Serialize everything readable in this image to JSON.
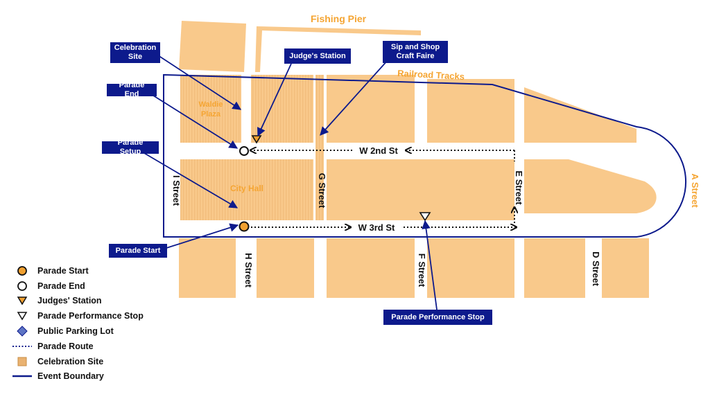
{
  "colors": {
    "block": "#f9c98b",
    "block_stripe": "#f2bd7c",
    "label_orange": "#f5a533",
    "boundary": "#0d1a8c",
    "route": "#0d1a8c",
    "start_fill": "#f0a030",
    "parking": "#5d74c4"
  },
  "map_labels": {
    "fishing_pier": "Fishing Pier",
    "railroad_tracks": "Railroad Tracks",
    "waldie_plaza": "Waldie\nPlaza",
    "city_hall": "City Hall",
    "a_street": "A Street"
  },
  "streets": {
    "w2nd": "W 2nd St",
    "w3rd": "W 3rd St",
    "i_street": "I Street",
    "g_street": "G Street",
    "e_street": "E Street",
    "h_street": "H Street",
    "f_street": "F Street",
    "d_street": "D Street"
  },
  "callouts": {
    "celebration_site": "Celebration Site",
    "parade_end": "Parade End",
    "parade_setup": "Parade Setup",
    "parade_start": "Parade Start",
    "judges_station": "Judge's Station",
    "sip_and_shop": "Sip and Shop Craft Faire",
    "performance_stop": "Parade Performance Stop"
  },
  "legend": [
    {
      "icon": "orange-circle-icon",
      "label": "Parade Start"
    },
    {
      "icon": "open-circle-icon",
      "label": "Parade End"
    },
    {
      "icon": "orange-triangle-icon",
      "label": "Judges' Station"
    },
    {
      "icon": "open-triangle-icon",
      "label": "Parade Performance Stop"
    },
    {
      "icon": "blue-diamond-icon",
      "label": "Public Parking Lot"
    },
    {
      "icon": "dotted-line-icon",
      "label": "Parade Route"
    },
    {
      "icon": "orange-square-icon",
      "label": "Celebration Site"
    },
    {
      "icon": "solid-line-icon",
      "label": "Event Boundary"
    }
  ]
}
